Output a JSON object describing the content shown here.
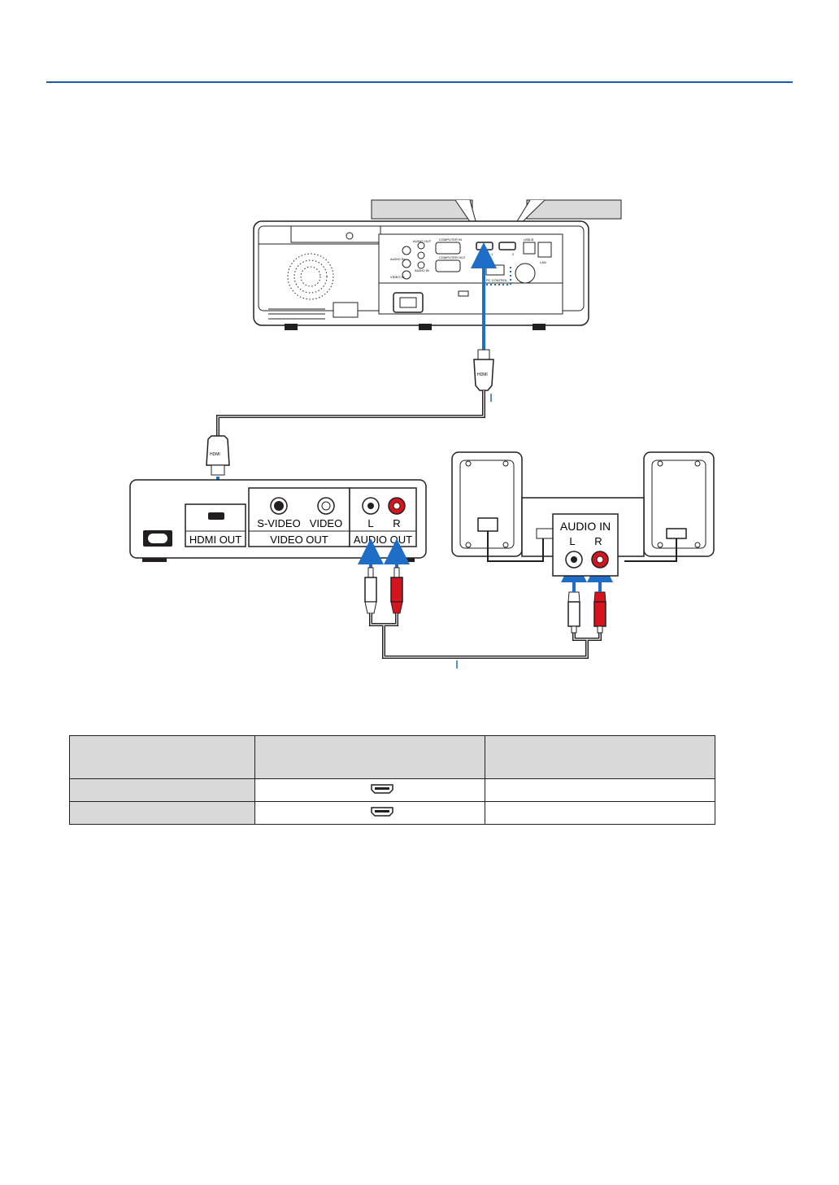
{
  "header": {
    "rule_color": "#1e5aa8"
  },
  "diagram": {
    "arrow_color": "#1e6ec8",
    "red_plug_color": "#d7141d",
    "player": {
      "hdmi_out": "HDMI OUT",
      "svideo": "S-VIDEO",
      "video": "VIDEO",
      "video_out": "VIDEO OUT",
      "audio_l": "L",
      "audio_r": "R",
      "audio_out": "AUDIO OUT"
    },
    "speaker": {
      "audio_in": "AUDIO IN",
      "l": "L",
      "r": "R"
    },
    "projector": {
      "label_computer_in": "COMPUTER IN",
      "label_computer_out": "COMPUTER OUT",
      "label_audio_out": "AUDIO OUT",
      "label_audio_in_1": "AUDIO IN",
      "label_audio_in_2": "AUDIO IN",
      "label_video_in": "VIDEO IN",
      "label_pc_control": "PC CONTROL",
      "label_usb": "USB-B",
      "label_lan": "LAN",
      "label_hdmi1": "1",
      "label_hdmi2": "2"
    },
    "plug_label": "HDMI"
  },
  "table": {
    "rows": [
      {
        "name": "",
        "connector": "",
        "signal": ""
      },
      {
        "name": "",
        "connector": "hdmi-connector-icon",
        "signal": ""
      },
      {
        "name": "",
        "connector": "hdmi-connector-icon",
        "signal": ""
      }
    ]
  }
}
